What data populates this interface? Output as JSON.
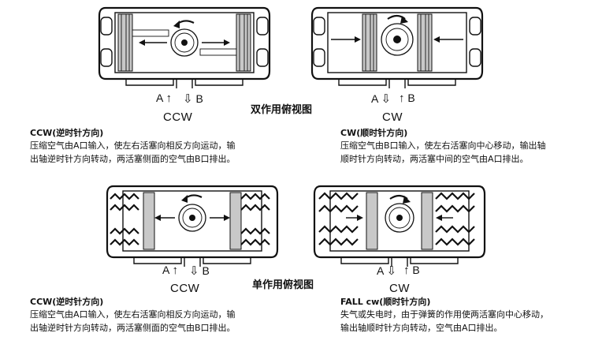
{
  "top_left": {
    "ports": {
      "a_label": "A",
      "b_label": "B"
    },
    "mode": "CCW",
    "caption": {
      "title": "CCW(逆时针方向)",
      "line1": "压缩空气由A口输入，使左右活塞向相反方向运动，输",
      "line2": "出轴逆时针方向转动，两活塞侧面的空气由B口排出。"
    }
  },
  "top_right": {
    "ports": {
      "a_label": "A",
      "b_label": "B"
    },
    "mode": "CW",
    "caption": {
      "title": "CW(顺时针方向)",
      "line1": "压缩空气由B口输入，使左右活塞向中心移动，输出轴",
      "line2": "顺时针方向转动，两活塞中间的空气由A口排出。"
    }
  },
  "heading_double": "双作用俯视图",
  "bottom_left": {
    "ports": {
      "a_label": "A",
      "b_label": "B"
    },
    "mode": "CCW",
    "caption": {
      "title": "CCW(逆时针方向)",
      "line1": "压缩空气由A口输入，使左右活塞向相反方向运动，输",
      "line2": "出轴逆时针方向转动，两活塞侧面的空气由B口排出。"
    }
  },
  "bottom_right": {
    "ports": {
      "a_label": "A",
      "b_label": "B"
    },
    "mode": "CW",
    "caption": {
      "title": "FALL cw(顺时针方向)",
      "line1": "失气或失电时，由于弹簧的作用使两活塞向中心移动，",
      "line2": "输出轴顺时针方向转动，空气由A口排出。"
    }
  },
  "heading_single": "单作用俯视图",
  "icons": [
    "arrow-up-solid-icon",
    "arrow-down-hollow-icon",
    "rotation-arrow-icon",
    "gear-icon",
    "spring-icon"
  ]
}
